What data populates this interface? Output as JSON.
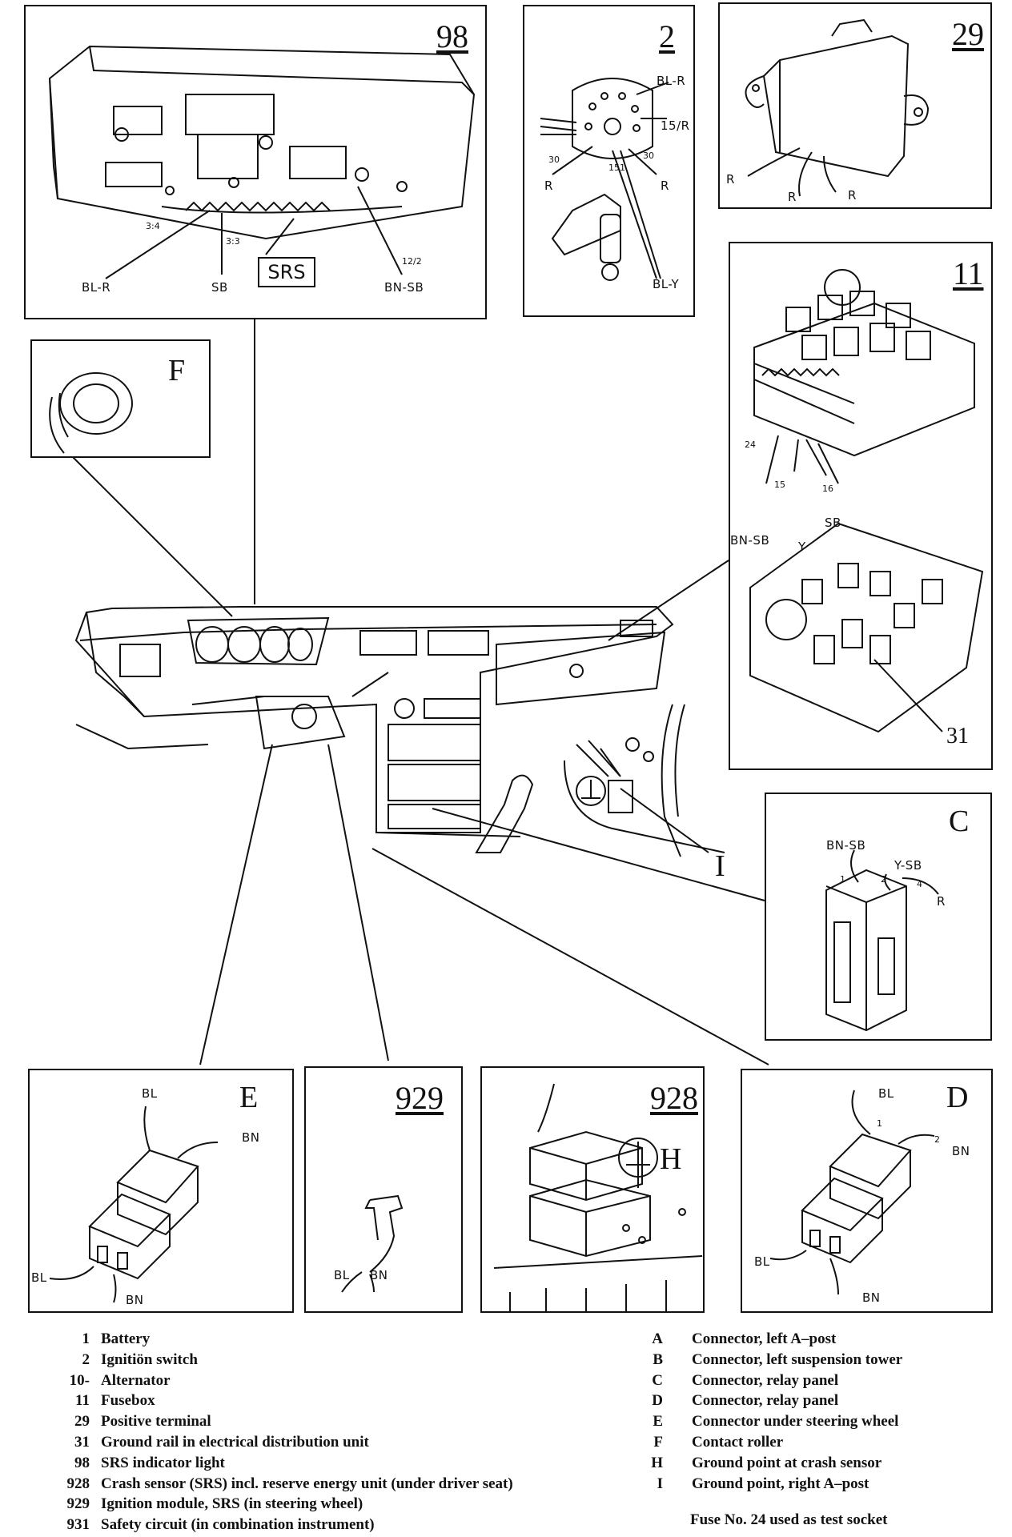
{
  "panels": {
    "p98": {
      "label": "98",
      "wires": [
        "BL-R",
        "SB",
        "BN-SB"
      ],
      "small": [
        "3:4",
        "3:3",
        "12/2"
      ],
      "badge": "SRS"
    },
    "p2": {
      "label": "2",
      "wires": [
        "BL-R",
        "15/R",
        "30",
        "R",
        "151",
        "30",
        "R",
        "BL-Y"
      ]
    },
    "p29": {
      "label": "29",
      "wires": [
        "R",
        "R",
        "R"
      ]
    },
    "p11": {
      "label": "11",
      "wires": [
        "24",
        "15",
        "16",
        "SB",
        "BN-SB",
        "Y",
        "31"
      ]
    },
    "pF": {
      "label": "F"
    },
    "pC": {
      "label": "C",
      "wires": [
        "BN-SB",
        "Y-SB",
        "1",
        "2",
        "4",
        "R"
      ]
    },
    "pE": {
      "label": "E",
      "wires": [
        "BL",
        "BN",
        "BL",
        "BN"
      ]
    },
    "p929": {
      "label": "929",
      "wires": [
        "BL",
        "BN"
      ]
    },
    "p928": {
      "label": "928",
      "ground": "H"
    },
    "pD": {
      "label": "D",
      "wires": [
        "BL",
        "BN",
        "1",
        "2",
        "BL",
        "BN"
      ]
    },
    "ground_I": "I"
  },
  "legend_left": [
    {
      "key": "1",
      "text": "Battery"
    },
    {
      "key": "2",
      "text": "Ignitiön switch"
    },
    {
      "key": "10-",
      "text": "Alternator"
    },
    {
      "key": "11",
      "text": "Fusebox"
    },
    {
      "key": "29",
      "text": "Positive terminal"
    },
    {
      "key": "31",
      "text": "Ground rail in electrical distribution unit"
    },
    {
      "key": "98",
      "text": "SRS indicator light"
    },
    {
      "key": "928",
      "text": "Crash sensor (SRS) incl. reserve energy unit (under driver seat)"
    },
    {
      "key": "929",
      "text": "Ignition module, SRS (in steering wheel)"
    },
    {
      "key": "931",
      "text": "Safety circuit (in combination instrument)"
    }
  ],
  "legend_right": [
    {
      "key": "A",
      "text": "Connector, left A–post"
    },
    {
      "key": "B",
      "text": "Connector, left suspension tower"
    },
    {
      "key": "C",
      "text": "Connector, relay panel"
    },
    {
      "key": "D",
      "text": "Connector, relay panel"
    },
    {
      "key": "E",
      "text": "Connector under steering wheel"
    },
    {
      "key": "F",
      "text": "Contact roller"
    },
    {
      "key": "H",
      "text": "Ground point at crash sensor"
    },
    {
      "key": "I",
      "text": "Ground point, right A–post"
    }
  ],
  "note": "Fuse No. 24 used as test socket",
  "icons": [
    "ground-symbol-icon"
  ]
}
